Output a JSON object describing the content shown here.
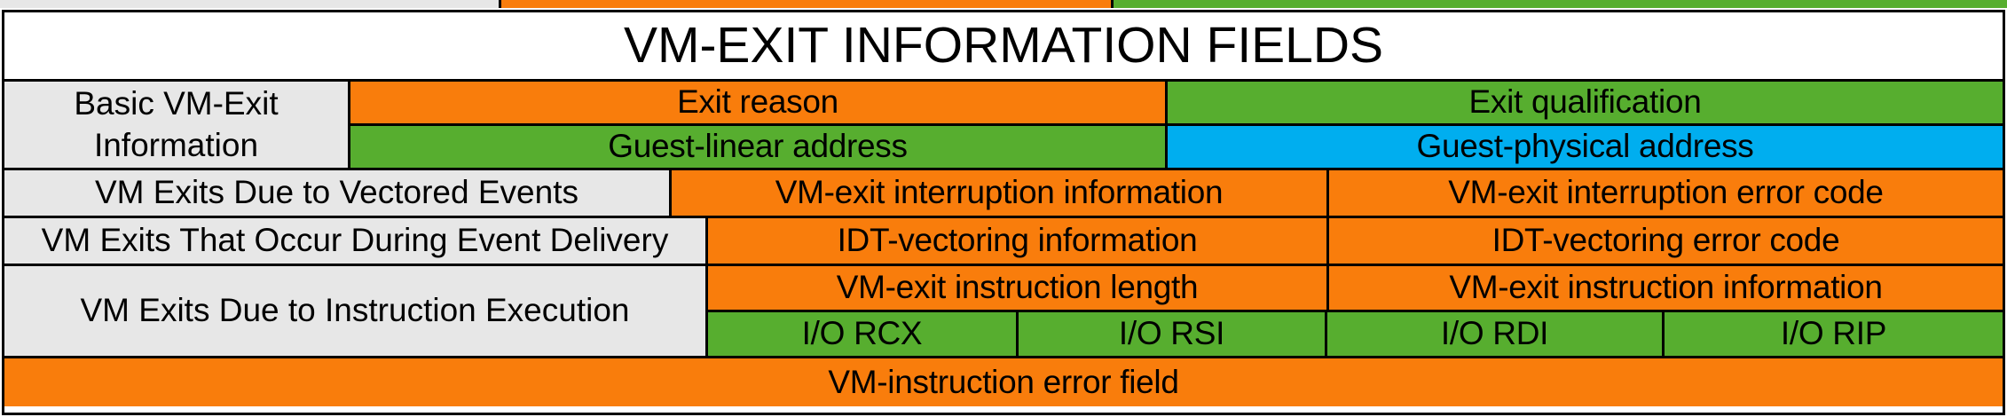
{
  "title": "VM-EXIT INFORMATION FIELDS",
  "colors": {
    "orange": "#f97d0c",
    "green": "#57ae2f",
    "blue": "#00aeef",
    "gray": "#e7e7e7",
    "border": "#000000",
    "white": "#ffffff"
  },
  "groups": [
    {
      "label": "Basic VM-Exit Information",
      "label_lines": [
        "Basic VM-Exit",
        "Information"
      ],
      "rows": [
        {
          "cells": [
            {
              "text": "Exit reason",
              "color": "orange"
            },
            {
              "text": "Exit qualification",
              "color": "green"
            }
          ]
        },
        {
          "cells": [
            {
              "text": "Guest-linear address",
              "color": "green"
            },
            {
              "text": "Guest-physical address",
              "color": "blue"
            }
          ]
        }
      ]
    },
    {
      "label": "VM Exits Due to Vectored Events",
      "label_lines": [
        "VM Exits Due to Vectored Events"
      ],
      "rows": [
        {
          "cells": [
            {
              "text": "VM-exit interruption information",
              "color": "orange"
            },
            {
              "text": "VM-exit interruption error code",
              "color": "orange"
            }
          ]
        }
      ]
    },
    {
      "label": "VM Exits That Occur During Event Delivery",
      "label_lines": [
        "VM Exits That Occur During Event Delivery"
      ],
      "rows": [
        {
          "cells": [
            {
              "text": "IDT-vectoring information",
              "color": "orange"
            },
            {
              "text": "IDT-vectoring error code",
              "color": "orange"
            }
          ]
        }
      ]
    },
    {
      "label": "VM Exits Due to Instruction Execution",
      "label_lines": [
        "VM Exits Due to Instruction Execution"
      ],
      "rows": [
        {
          "cells": [
            {
              "text": "VM-exit instruction length",
              "color": "orange"
            },
            {
              "text": "VM-exit instruction information",
              "color": "orange"
            }
          ]
        },
        {
          "cells": [
            {
              "text": "I/O RCX",
              "color": "green"
            },
            {
              "text": "I/O RSI",
              "color": "green"
            },
            {
              "text": "I/O RDI",
              "color": "green"
            },
            {
              "text": "I/O RIP",
              "color": "green"
            }
          ]
        }
      ]
    }
  ],
  "footer_row": {
    "text": "VM-instruction error field",
    "color": "orange"
  }
}
